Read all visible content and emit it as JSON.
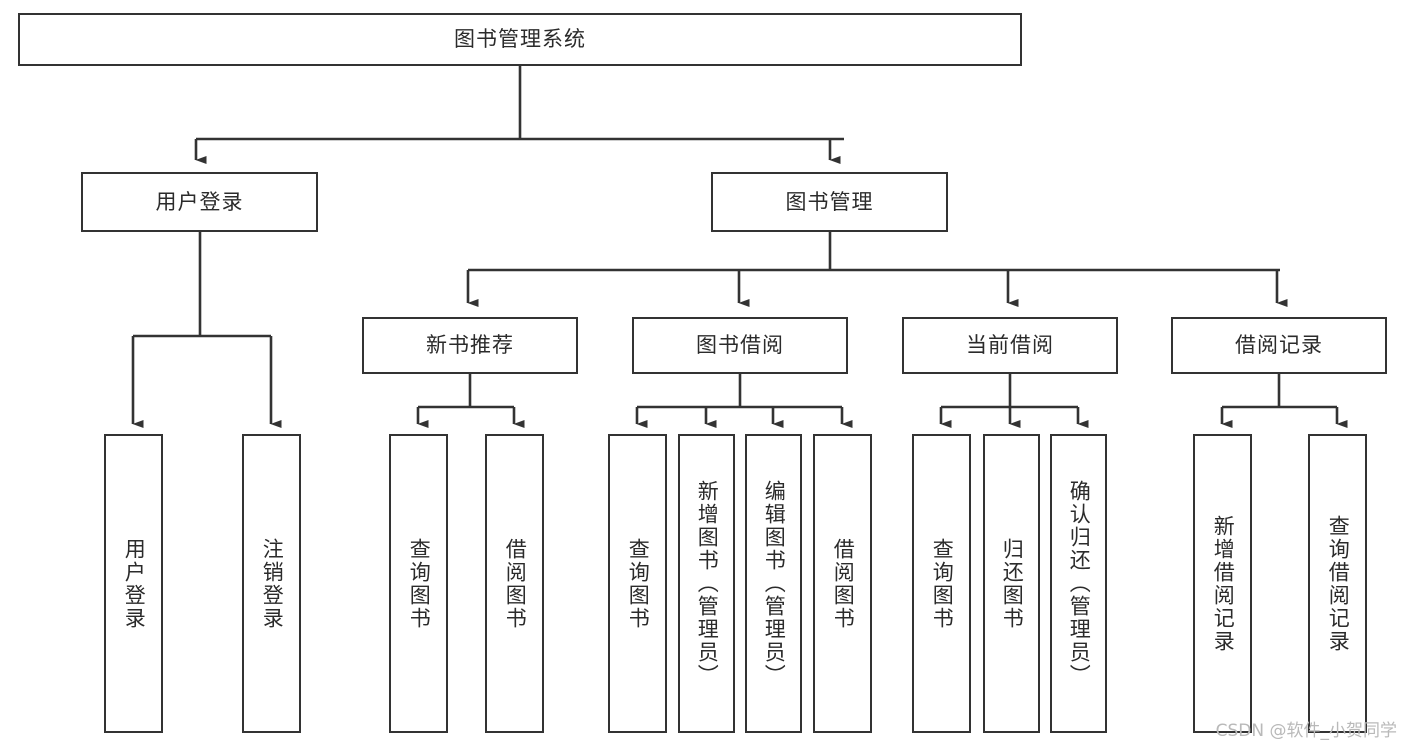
{
  "diagram": {
    "title": "图书管理系统",
    "type": "tree-hierarchy",
    "watermark": "CSDN @软件_小贺同学",
    "colors": {
      "stroke": "#333333",
      "box_fill": "#ffffff",
      "text": "#2b2b2b",
      "background": "#ffffff",
      "watermark": "#b9b9b9"
    },
    "root": {
      "label": "图书管理系统"
    },
    "level2": [
      {
        "label": "用户登录"
      },
      {
        "label": "图书管理"
      }
    ],
    "level3": [
      {
        "label": "新书推荐"
      },
      {
        "label": "图书借阅"
      },
      {
        "label": "当前借阅"
      },
      {
        "label": "借阅记录"
      }
    ],
    "leaves": {
      "user_login": [
        {
          "label": "用户登录"
        },
        {
          "label": "注销登录"
        }
      ],
      "new_book_recommend": [
        {
          "label": "查询图书"
        },
        {
          "label": "借阅图书"
        }
      ],
      "book_borrow": [
        {
          "label": "查询图书"
        },
        {
          "label": "新增图书（管理员）"
        },
        {
          "label": "编辑图书（管理员）"
        },
        {
          "label": "借阅图书"
        }
      ],
      "current_borrow": [
        {
          "label": "查询图书"
        },
        {
          "label": "归还图书"
        },
        {
          "label": "确认归还（管理员）"
        }
      ],
      "borrow_record": [
        {
          "label": "新增借阅记录"
        },
        {
          "label": "查询借阅记录"
        }
      ]
    }
  }
}
